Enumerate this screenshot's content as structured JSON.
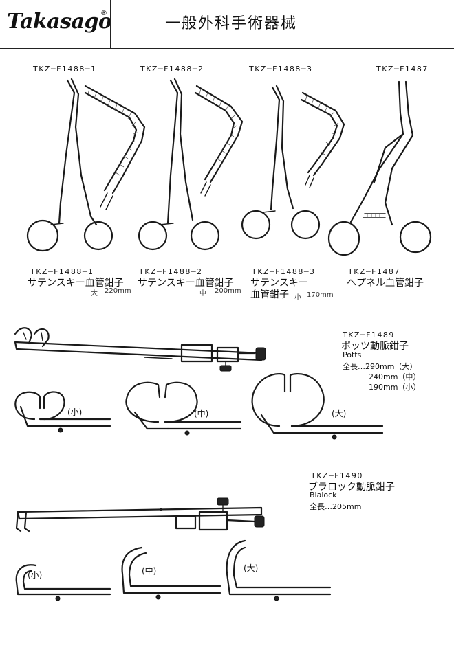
{
  "header": {
    "logo": "Takasago",
    "logo_mark": "®",
    "title": "一般外科手術器械"
  },
  "clamps": [
    {
      "top_code": "TKZ─F1488─1",
      "code": "TKZ─F1488─1",
      "name": "サテンスキー血管鉗子",
      "size_prefix": "大",
      "size": "220mm"
    },
    {
      "top_code": "TKZ─F1488─2",
      "code": "TKZ─F1488─2",
      "name": "サテンスキー血管鉗子",
      "size_prefix": "中",
      "size": "200mm"
    },
    {
      "top_code": "TKZ─F1488─3",
      "code": "TKZ─F1488─3",
      "name_line1": "サテンスキー",
      "name_line2": "血管鉗子",
      "size_prefix": "小",
      "size": "170mm"
    },
    {
      "top_code": "TKZ─F1487",
      "code": "TKZ─F1487",
      "name": "ヘプネル血管鉗子"
    }
  ],
  "potts": {
    "code": "TKZ─F1489",
    "name": "ポッツ動脈鉗子",
    "name_en": "Potts",
    "length_label": "全長…290mm（大）",
    "length_2": "240mm（中）",
    "length_3": "190mm（小）",
    "tips": [
      "(小)",
      "(中)",
      "(大)"
    ]
  },
  "blalock": {
    "code": "TKZ─F1490",
    "name": "ブラロック動脈鉗子",
    "name_en": "Blalock",
    "length_label": "全長…205mm",
    "tips": [
      "(小)",
      "(中)",
      "(大)"
    ]
  }
}
